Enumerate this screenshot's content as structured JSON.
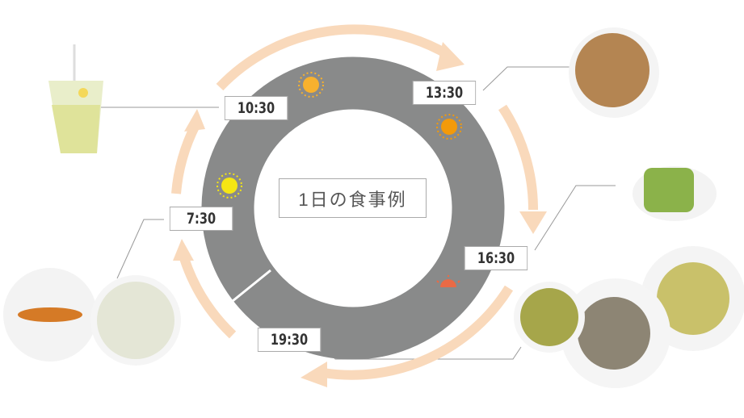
{
  "title": "1日の食事例",
  "times": [
    "7:30",
    "10:30",
    "13:30",
    "16:30",
    "19:30"
  ],
  "colors": {
    "ring": "#898a8a",
    "arrow": "#f9d9bb",
    "sun_morning": "#f5e614",
    "sun_midday": "#f7b12e",
    "sun_afternoon": "#f39a0a",
    "sunset": "#ea6a45",
    "moon": "#1466b6"
  },
  "icons": [
    "sun-icon",
    "sun-icon",
    "sun-icon",
    "sunset-icon",
    "moon-icon"
  ]
}
